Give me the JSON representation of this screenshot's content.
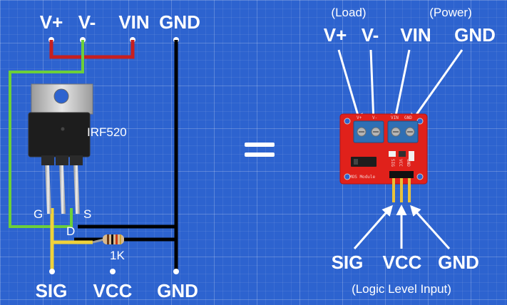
{
  "left_circuit": {
    "top_labels": {
      "v_plus": "V+",
      "v_minus": "V-",
      "vin": "VIN",
      "gnd": "GND"
    },
    "part_label": "IRF520",
    "pins": {
      "g": "G",
      "d": "D",
      "s": "S"
    },
    "resistor_label": "1K",
    "bottom_labels": {
      "sig": "SIG",
      "vcc": "VCC",
      "gnd": "GND"
    }
  },
  "equals_sign": "=",
  "module": {
    "group_labels": {
      "load": "(Load)",
      "power": "(Power)"
    },
    "top_labels": {
      "v_plus": "V+",
      "v_minus": "V-",
      "vin": "VIN",
      "gnd": "GND"
    },
    "board_text": {
      "name": "MOS Module",
      "v_plus": "V+",
      "v_minus": "V-",
      "vin": "VIN",
      "gnd": "GND",
      "sig": "SIG",
      "vcc": "VCC",
      "gnd_pin": "GND"
    },
    "bottom_labels": {
      "sig": "SIG",
      "vcc": "VCC",
      "gnd": "GND"
    },
    "footer": "(Logic Level Input)"
  },
  "colors": {
    "background": "#2d63cf",
    "wire_red": "#c71f1f",
    "wire_green": "#6ccf3a",
    "wire_yellow": "#f0d23a",
    "wire_black": "#000000",
    "board_red": "#e0211b"
  }
}
